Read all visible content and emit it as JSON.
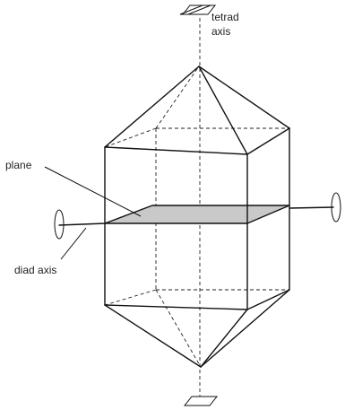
{
  "labels": {
    "tetrad_axis_line1": "tetrad",
    "tetrad_axis_line2": "axis",
    "plane": "plane",
    "diad_axis": "diad axis"
  }
}
